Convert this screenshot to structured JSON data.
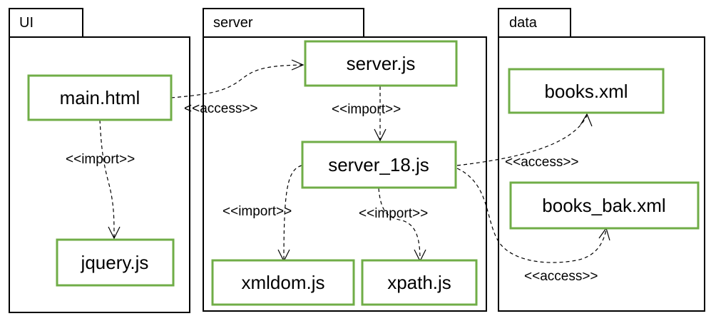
{
  "packages": {
    "ui": "UI",
    "server": "server",
    "data": "data"
  },
  "nodes": {
    "main_html": "main.html",
    "jquery_js": "jquery.js",
    "server_js": "server.js",
    "server_18_js": "server_18.js",
    "xmldom_js": "xmldom.js",
    "xpath_js": "xpath.js",
    "books_xml": "books.xml",
    "books_bak_xml": "books_bak.xml"
  },
  "labels": {
    "main_access_server": "<<access>>",
    "main_import_jquery": "<<import>>",
    "server_import_server18": "<<import>>",
    "server18_import_xmldom": "<<import>>",
    "server18_import_xpath": "<<import>>",
    "server18_access_books": "<<access>>",
    "server18_access_books_bak": "<<access>>"
  }
}
